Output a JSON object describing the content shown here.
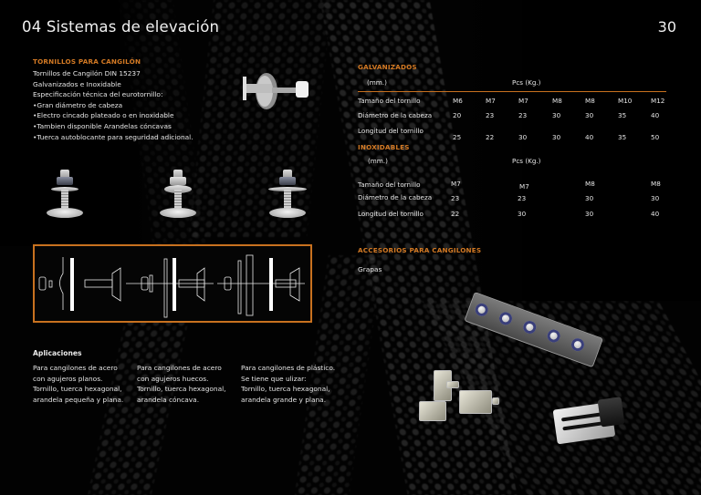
{
  "header": {
    "title": "04 Sistemas de elevación",
    "page_number": "30"
  },
  "intro": {
    "section_title": "TORNILLOS PARA CANGILÓN",
    "lines": [
      "Tornillos de Cangilón DIN 15237",
      "Galvanizados e Inoxidable",
      "Especificación técnica del eurotornillo:",
      "•Gran diámetro de cabeza",
      "•Electro cincado plateado o en inoxidable",
      "•Tambien disponible Arandelas cóncavas",
      "•Tuerca autoblocante para seguridad adicional."
    ]
  },
  "images": {
    "top_bolt": "bolt-photo-side",
    "bolt_photos": [
      "bolt-flat-washer",
      "bolt-concave-washer",
      "bolt-large-washer"
    ],
    "diagrams": [
      "assembly-flat-holes",
      "assembly-hollow-holes",
      "assembly-plastic-bucket"
    ]
  },
  "applications": {
    "heading": "Aplicaciones",
    "columns": [
      [
        "Para cangilones de acero",
        "con agujeros planos.",
        "Tornillo, tuerca hexagonal,",
        "arandela pequeña y plana."
      ],
      [
        "Para cangilones de acero",
        "con agujeros huecos.",
        "Tornillo, tuerca hexagonal,",
        "arandela cóncava."
      ],
      [
        "Para cangilones de plástico.",
        "Se tiene que ulizar:",
        "Tornillo, tuerca hexagonal,",
        "arandela grande y plana."
      ]
    ]
  },
  "galvanizados": {
    "title": "GALVANIZADOS",
    "unit_label": "(mm.)",
    "pcs_label": "Pcs (Kg.)",
    "rows": [
      {
        "label": "Tamaño del tornillo",
        "values": [
          "M6",
          "M7",
          "M7",
          "M8",
          "M8",
          "M10",
          "M12"
        ]
      },
      {
        "label": "Diámetro de la cabeza",
        "values": [
          "20",
          "23",
          "23",
          "30",
          "30",
          "35",
          "40"
        ]
      },
      {
        "label": "Longitud del tornillo",
        "values": [
          "25",
          "22",
          "30",
          "30",
          "40",
          "35",
          "50"
        ]
      }
    ]
  },
  "inoxidables": {
    "title": "INOXIDABLES",
    "unit_label": "(mm.)",
    "pcs_label": "Pcs (Kg.)",
    "rows": [
      {
        "label": "Tamaño del tornillo",
        "values": [
          "M7",
          "M7",
          "M8",
          "M8"
        ]
      },
      {
        "label": "Diámetro de la cabeza",
        "values": [
          "23",
          "23",
          "30",
          "30"
        ]
      },
      {
        "label": "Longitud del tornillo",
        "values": [
          "22",
          "30",
          "30",
          "40"
        ]
      }
    ]
  },
  "accessories": {
    "title": "ACCESORIOS PARA CANGILONES",
    "subtitle": "Grapas"
  },
  "colors": {
    "accent": "#d47a24",
    "background": "#000000",
    "text": "#e6e6e6"
  }
}
